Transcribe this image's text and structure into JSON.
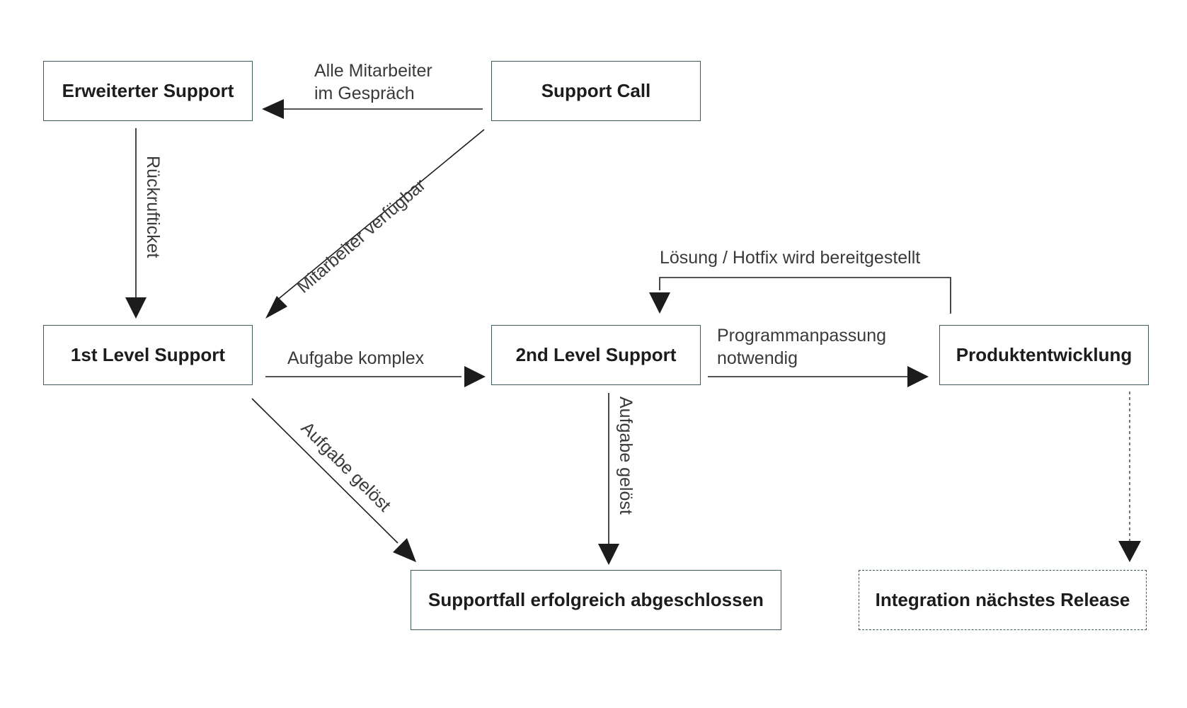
{
  "nodes": {
    "erweiterter_support": "Erweiterter Support",
    "support_call": "Support Call",
    "first_level": "1st Level Support",
    "second_level": "2nd Level Support",
    "produktentwicklung": "Produktentwicklung",
    "abgeschlossen": "Supportfall erfolgreich abgeschlossen",
    "integration": "Integration nächstes Release"
  },
  "edges": {
    "alle_mitarbeiter_line1": "Alle Mitarbeiter",
    "alle_mitarbeiter_line2": "im Gespräch",
    "rueckrufticket": "Rückrufticket",
    "mitarbeiter_verfuegbar": "Mitarbeiter verfügbar",
    "loesung_hotfix": "Lösung / Hotfix wird bereitgestellt",
    "aufgabe_komplex": "Aufgabe komplex",
    "programmanpassung_line1": "Programmanpassung",
    "programmanpassung_line2": "notwendig",
    "aufgabe_geloest_diag": "Aufgabe gelöst",
    "aufgabe_geloest_vert": "Aufgabe gelöst"
  },
  "colors": {
    "box_border": "#3f5a5c",
    "arrow": "#1c1c1c",
    "text": "#1c1c1c"
  }
}
